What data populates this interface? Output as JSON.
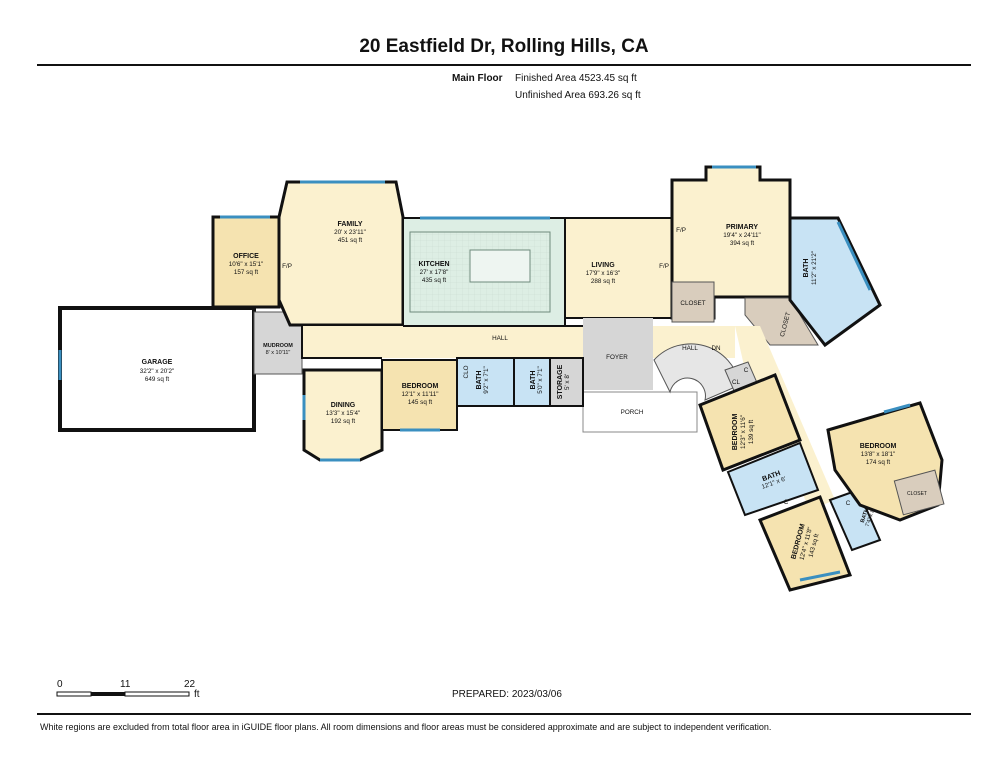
{
  "header": {
    "title": "20 Eastfield Dr, Rolling Hills, CA",
    "floor_label": "Main Floor",
    "finished_area": "Finished Area 4523.45 sq ft",
    "unfinished_area": "Unfinished Area 693.26 sq ft"
  },
  "rooms": {
    "garage": {
      "name": "GARAGE",
      "dims": "32'2\" x 20'2\"",
      "area": "649 sq ft"
    },
    "office": {
      "name": "OFFICE",
      "dims": "10'6\" x 15'1\"",
      "area": "157 sq ft"
    },
    "family": {
      "name": "FAMILY",
      "dims": "20' x 23'11\"",
      "area": "451 sq ft"
    },
    "kitchen": {
      "name": "KITCHEN",
      "dims": "27' x 17'8\"",
      "area": "435 sq ft"
    },
    "living": {
      "name": "LIVING",
      "dims": "17'9\" x 16'3\"",
      "area": "288 sq ft"
    },
    "primary": {
      "name": "PRIMARY",
      "dims": "19'4\" x 24'11\"",
      "area": "394 sq ft"
    },
    "dining": {
      "name": "DINING",
      "dims": "13'3\" x 15'4\"",
      "area": "192 sq ft"
    },
    "bedroom1": {
      "name": "BEDROOM",
      "dims": "12'1\" x 11'11\"",
      "area": "145 sq ft"
    },
    "bedroom2": {
      "name": "BEDROOM",
      "dims": "12'3\" x 11'6\"",
      "area": "139 sq ft"
    },
    "bedroom3": {
      "name": "BEDROOM",
      "dims": "13'8\" x 18'1\"",
      "area": "174 sq ft"
    },
    "bedroom4": {
      "name": "BEDROOM",
      "dims": "12'4\" x 11'8\"",
      "area": "143 sq ft"
    },
    "mudroom": {
      "name": "MUDROOM",
      "dims": "8' x 10'11\""
    },
    "bath_primary": {
      "name": "BATH",
      "dims": "11'2\" x 21'2\""
    },
    "bath1": {
      "name": "BATH",
      "dims": "9'2\" x 7'1\""
    },
    "bath2": {
      "name": "BATH",
      "dims": "5'0\" x 7'1\""
    },
    "bath3": {
      "name": "BATH",
      "dims": "12'1\" x 6'"
    },
    "bath4": {
      "name": "BATH",
      "dims": "7'4\" x 8'"
    },
    "storage": {
      "name": "STORAGE",
      "dims": "5' x 8'"
    }
  },
  "labels": {
    "hall": "HALL",
    "hall2": "HALL",
    "dn": "DN",
    "foyer": "FOYER",
    "porch": "PORCH",
    "closet1": "CLOSET",
    "closet2": "CLOSET",
    "closet3": "CLOSET",
    "clo": "CLO",
    "cl": "CL",
    "c1": "C",
    "c2": "C",
    "c3": "C",
    "fp1": "F/P",
    "fp2": "F/P",
    "fp3": "F/P"
  },
  "scale": {
    "v0": "0",
    "v1": "11",
    "v2": "22",
    "unit": "ft"
  },
  "prepared": "PREPARED: 2023/03/06",
  "footnote": "White regions are excluded from total floor area in iGUIDE floor plans. All room dimensions and floor areas must be considered approximate and are subject to independent verification.",
  "colors": {
    "living_fill": "#fbf1cf",
    "kitchen_fill": "#ddeee4",
    "bedroom_fill": "#f5e3b0",
    "bath_fill": "#c8e3f4",
    "utility_fill": "#d6d6d6",
    "closet_fill": "#d9cdbd",
    "wall": "#111111",
    "window": "#3a8fc0"
  }
}
